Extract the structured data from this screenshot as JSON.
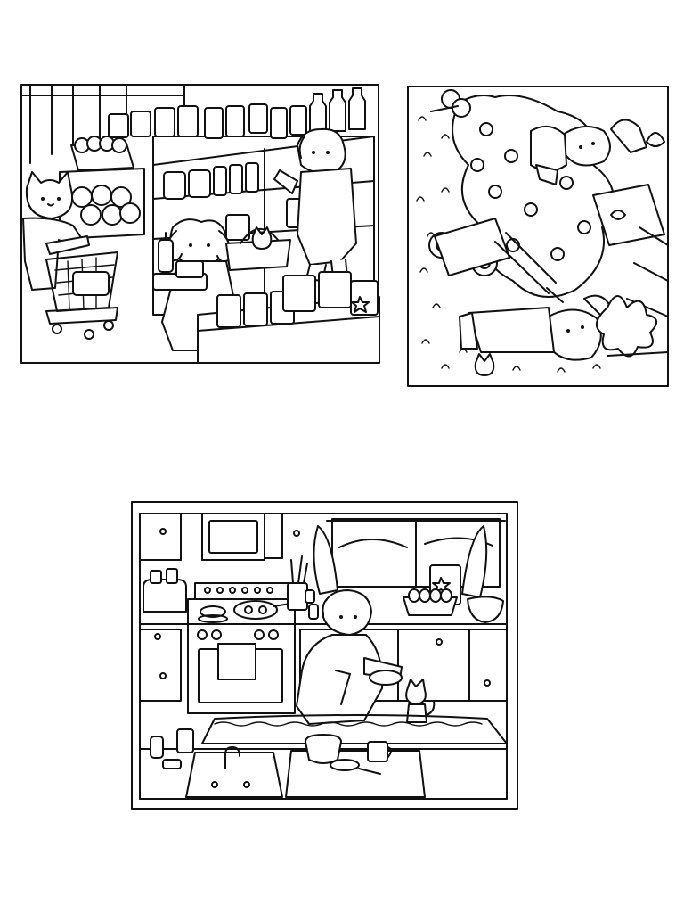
{
  "page": {
    "background": "#ffffff",
    "line_color": "#111111"
  },
  "illustrations": [
    {
      "id": "grocery-store",
      "subjects": [
        "cat-shopper-icon",
        "bunny-shopper-icon",
        "poodle-shopper-icon",
        "kitten-in-basket-icon"
      ]
    },
    {
      "id": "garden-mowing",
      "subjects": [
        "mower-person-icon",
        "gardener-person-icon",
        "flowering-bush-icon",
        "lawn-mower-icon"
      ]
    },
    {
      "id": "kitchen-morning",
      "subjects": [
        "poodle-in-robe-icon",
        "kitten-icon",
        "stove-icon",
        "sink-icon"
      ]
    }
  ]
}
